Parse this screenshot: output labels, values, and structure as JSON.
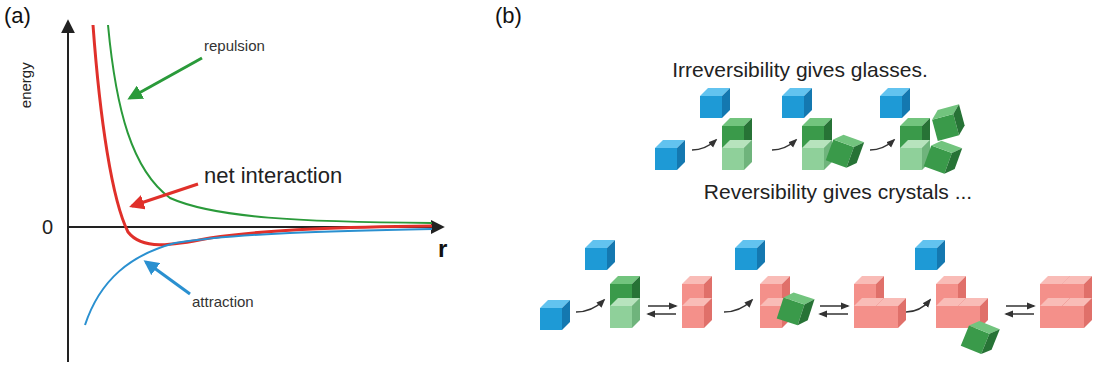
{
  "diagram": {
    "labels": [
      "(a)",
      "(b)",
      "energy",
      "0",
      "r",
      "repulsion",
      "net interaction",
      "attraction",
      "Irreversibility gives glasses.",
      "Reversibility gives crystals ..."
    ]
  }
}
